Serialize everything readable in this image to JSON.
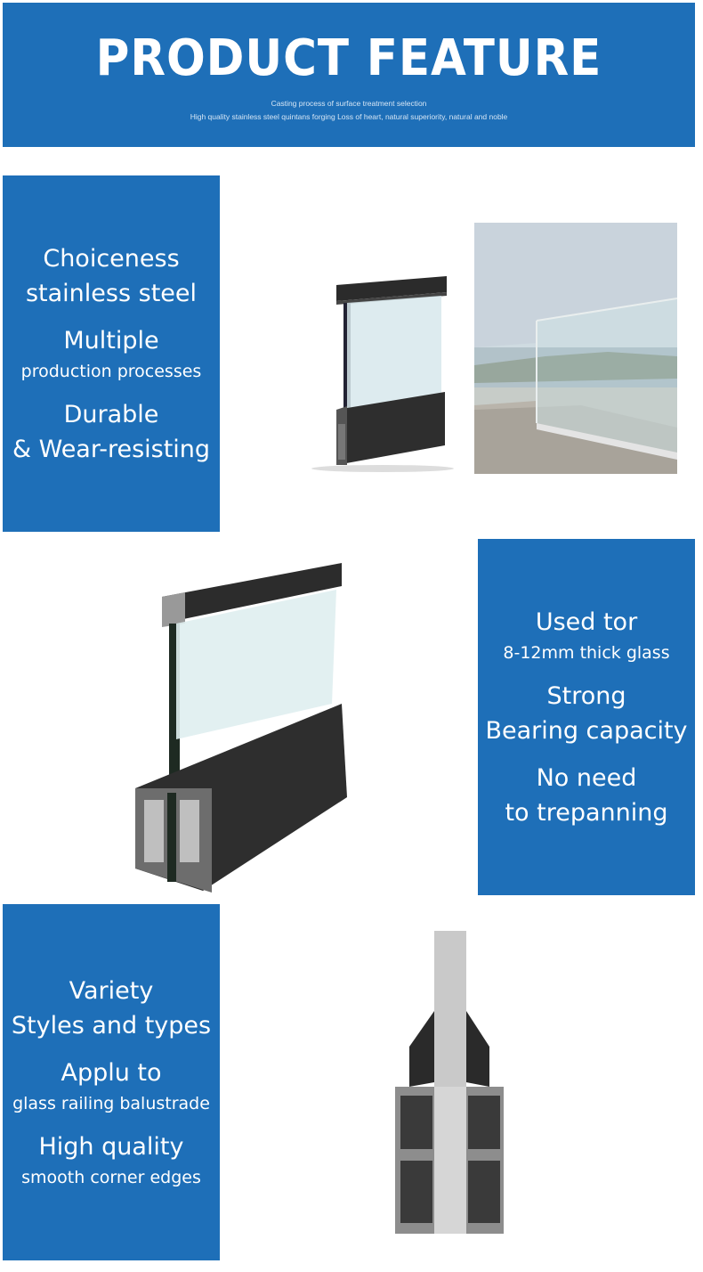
{
  "header": {
    "title": "PRODUCT FEATURE",
    "subtitle_line1": "Casting process of surface treatment selection",
    "subtitle_line2": "High quality stainless steel quintans forging Loss of heart, natural superiority, natural and noble"
  },
  "section1": {
    "lines": [
      {
        "text": "Choiceness",
        "size": "big"
      },
      {
        "text": "stainless steel",
        "size": "big"
      },
      {
        "text": "Multiple",
        "size": "big"
      },
      {
        "text": "production processes",
        "size": "small"
      },
      {
        "text": "Durable",
        "size": "big"
      },
      {
        "text": "& Wear-resisting",
        "size": "big"
      }
    ]
  },
  "section2": {
    "lines": [
      {
        "text": "Used tor",
        "size": "big"
      },
      {
        "text": "8-12mm thick glass",
        "size": "small"
      },
      {
        "text": "Strong",
        "size": "big"
      },
      {
        "text": "Bearing capacity",
        "size": "big"
      },
      {
        "text": "No need",
        "size": "big"
      },
      {
        "text": "to trepanning",
        "size": "big"
      }
    ]
  },
  "section3": {
    "lines": [
      {
        "text": "Variety",
        "size": "big"
      },
      {
        "text": "Styles and types",
        "size": "big"
      },
      {
        "text": "Applu to",
        "size": "big"
      },
      {
        "text": "glass railing balustrade",
        "size": "small"
      },
      {
        "text": "High quality",
        "size": "big"
      },
      {
        "text": "smooth corner edges",
        "size": "small"
      }
    ]
  },
  "colors": {
    "brand_blue": "#1e6fb8",
    "profile_black": "#2b2b2b"
  }
}
